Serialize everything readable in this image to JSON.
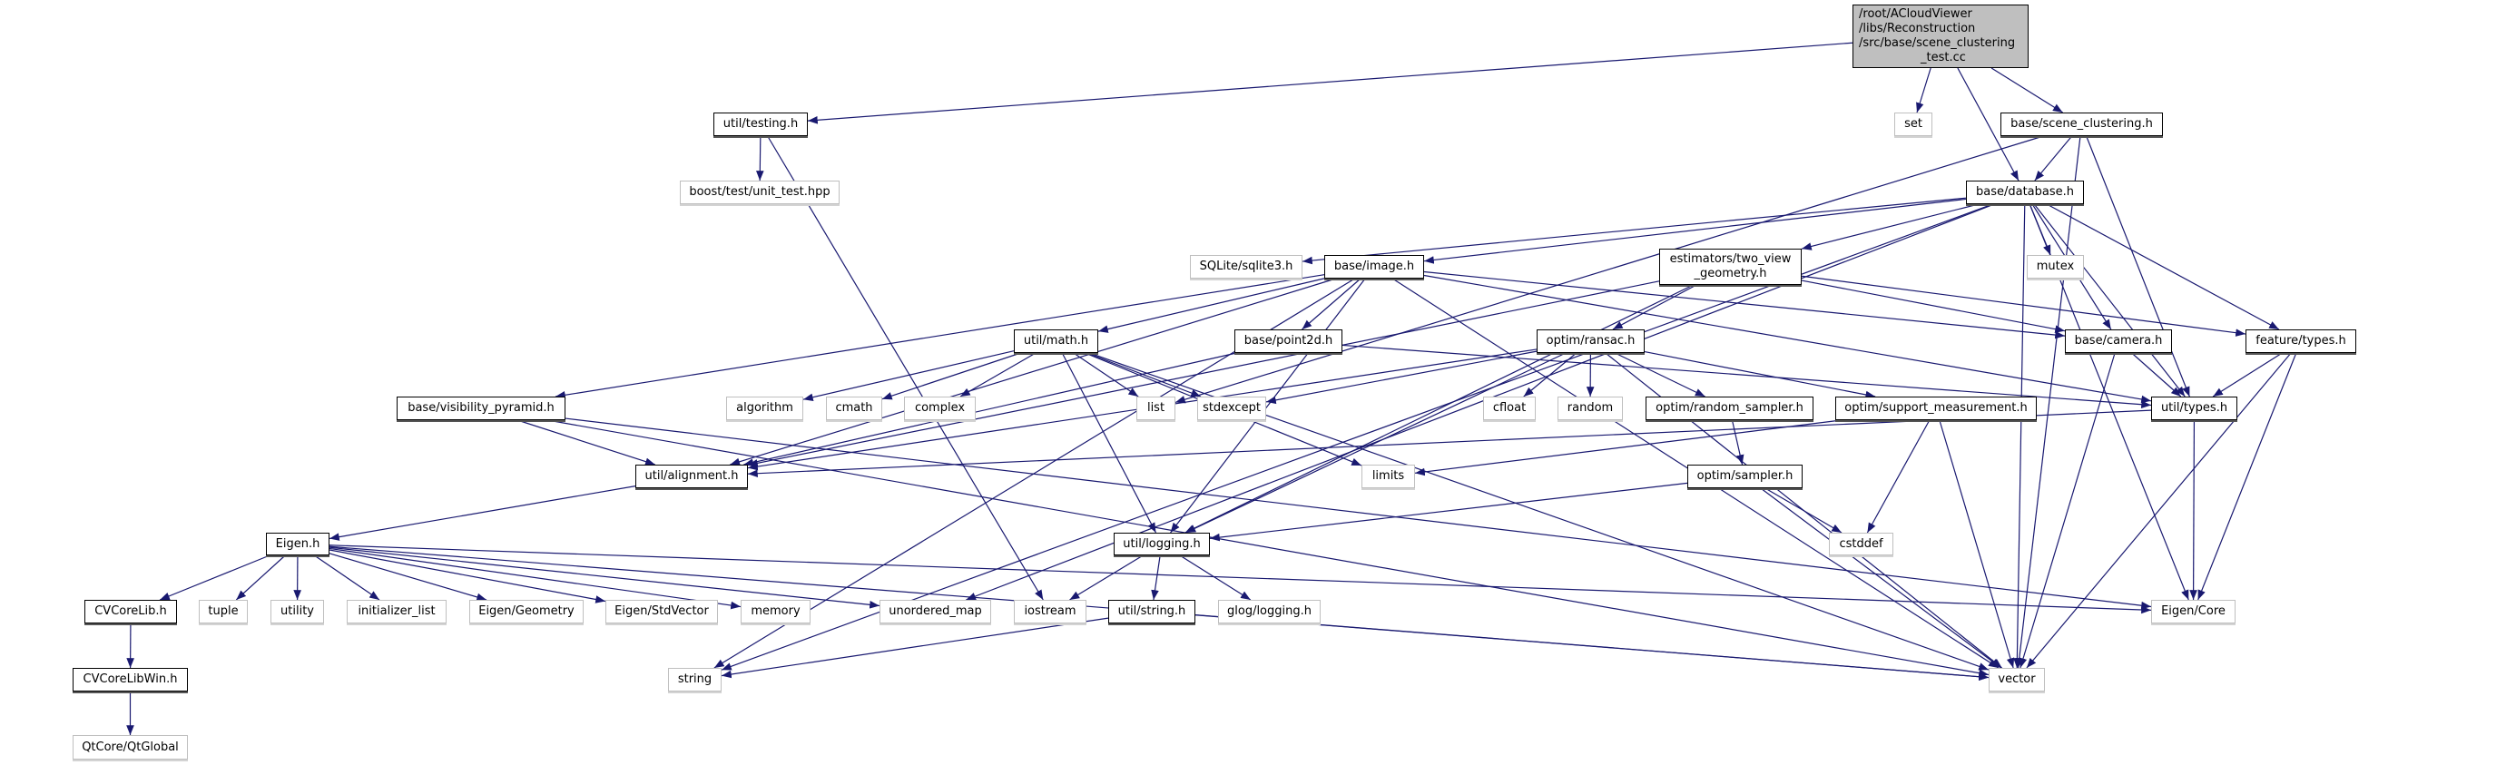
{
  "colors": {
    "edge": "#191970",
    "root_fill": "#bfbfbf",
    "project_border": "#000000",
    "system_border": "#bfbfbf"
  },
  "nodes": [
    {
      "id": "root",
      "kind": "root",
      "lines": [
        "/root/ACloudViewer",
        "/libs/Reconstruction",
        "/src/base/scene_clustering",
        "_test.cc"
      ]
    },
    {
      "id": "testing",
      "kind": "proj",
      "lines": [
        "util/testing.h"
      ]
    },
    {
      "id": "boost",
      "kind": "sys",
      "lines": [
        "boost/test/unit_test.hpp"
      ]
    },
    {
      "id": "set",
      "kind": "sys",
      "lines": [
        "set"
      ]
    },
    {
      "id": "scene",
      "kind": "proj",
      "lines": [
        "base/scene_clustering.h"
      ]
    },
    {
      "id": "database",
      "kind": "proj",
      "lines": [
        "base/database.h"
      ]
    },
    {
      "id": "sqlite",
      "kind": "sys",
      "lines": [
        "SQLite/sqlite3.h"
      ]
    },
    {
      "id": "image",
      "kind": "proj",
      "lines": [
        "base/image.h"
      ]
    },
    {
      "id": "twoview",
      "kind": "proj",
      "lines": [
        "estimators/two_view",
        "_geometry.h"
      ]
    },
    {
      "id": "mutex",
      "kind": "sys",
      "lines": [
        "mutex"
      ]
    },
    {
      "id": "math",
      "kind": "proj",
      "lines": [
        "util/math.h"
      ]
    },
    {
      "id": "point2d",
      "kind": "proj",
      "lines": [
        "base/point2d.h"
      ]
    },
    {
      "id": "ransac",
      "kind": "proj",
      "lines": [
        "optim/ransac.h"
      ]
    },
    {
      "id": "camera",
      "kind": "proj",
      "lines": [
        "base/camera.h"
      ]
    },
    {
      "id": "ftypes",
      "kind": "proj",
      "lines": [
        "feature/types.h"
      ]
    },
    {
      "id": "vispyr",
      "kind": "proj",
      "lines": [
        "base/visibility_pyramid.h"
      ]
    },
    {
      "id": "algorithm",
      "kind": "sys",
      "lines": [
        "algorithm"
      ]
    },
    {
      "id": "cmath",
      "kind": "sys",
      "lines": [
        "cmath"
      ]
    },
    {
      "id": "complex",
      "kind": "sys",
      "lines": [
        "complex"
      ]
    },
    {
      "id": "list",
      "kind": "sys",
      "lines": [
        "list"
      ]
    },
    {
      "id": "stdexcept",
      "kind": "sys",
      "lines": [
        "stdexcept"
      ]
    },
    {
      "id": "cfloat",
      "kind": "sys",
      "lines": [
        "cfloat"
      ]
    },
    {
      "id": "random",
      "kind": "sys",
      "lines": [
        "random"
      ]
    },
    {
      "id": "rsampler",
      "kind": "proj",
      "lines": [
        "optim/random_sampler.h"
      ]
    },
    {
      "id": "support",
      "kind": "proj",
      "lines": [
        "optim/support_measurement.h"
      ]
    },
    {
      "id": "utypes",
      "kind": "proj",
      "lines": [
        "util/types.h"
      ]
    },
    {
      "id": "alignment",
      "kind": "proj",
      "lines": [
        "util/alignment.h"
      ]
    },
    {
      "id": "limits",
      "kind": "sys",
      "lines": [
        "limits"
      ]
    },
    {
      "id": "sampler",
      "kind": "proj",
      "lines": [
        "optim/sampler.h"
      ]
    },
    {
      "id": "eigenh",
      "kind": "proj",
      "lines": [
        "Eigen.h"
      ]
    },
    {
      "id": "logging",
      "kind": "proj",
      "lines": [
        "util/logging.h"
      ]
    },
    {
      "id": "cstddef",
      "kind": "sys",
      "lines": [
        "cstddef"
      ]
    },
    {
      "id": "cvcorelib",
      "kind": "proj",
      "lines": [
        "CVCoreLib.h"
      ]
    },
    {
      "id": "tuple",
      "kind": "sys",
      "lines": [
        "tuple"
      ]
    },
    {
      "id": "utility",
      "kind": "sys",
      "lines": [
        "utility"
      ]
    },
    {
      "id": "initlist",
      "kind": "sys",
      "lines": [
        "initializer_list"
      ]
    },
    {
      "id": "egeometry",
      "kind": "sys",
      "lines": [
        "Eigen/Geometry"
      ]
    },
    {
      "id": "estdvector",
      "kind": "sys",
      "lines": [
        "Eigen/StdVector"
      ]
    },
    {
      "id": "memory",
      "kind": "sys",
      "lines": [
        "memory"
      ]
    },
    {
      "id": "umap",
      "kind": "sys",
      "lines": [
        "unordered_map"
      ]
    },
    {
      "id": "iostream",
      "kind": "sys",
      "lines": [
        "iostream"
      ]
    },
    {
      "id": "ustring",
      "kind": "proj",
      "lines": [
        "util/string.h"
      ]
    },
    {
      "id": "glog",
      "kind": "sys",
      "lines": [
        "glog/logging.h"
      ]
    },
    {
      "id": "ecore",
      "kind": "sys",
      "lines": [
        "Eigen/Core"
      ]
    },
    {
      "id": "cvcorelibwin",
      "kind": "proj",
      "lines": [
        "CVCoreLibWin.h"
      ]
    },
    {
      "id": "string",
      "kind": "sys",
      "lines": [
        "string"
      ]
    },
    {
      "id": "vector",
      "kind": "sys",
      "lines": [
        "vector"
      ]
    },
    {
      "id": "qtglobal",
      "kind": "sys",
      "lines": [
        "QtCore/QtGlobal"
      ]
    }
  ],
  "edges": [
    [
      "root",
      "testing"
    ],
    [
      "root",
      "set"
    ],
    [
      "root",
      "database"
    ],
    [
      "root",
      "scene"
    ],
    [
      "testing",
      "boost"
    ],
    [
      "testing",
      "iostream"
    ],
    [
      "scene",
      "list"
    ],
    [
      "scene",
      "database"
    ],
    [
      "scene",
      "utypes"
    ],
    [
      "scene",
      "vector"
    ],
    [
      "database",
      "sqlite"
    ],
    [
      "database",
      "image"
    ],
    [
      "database",
      "twoview"
    ],
    [
      "database",
      "mutex"
    ],
    [
      "database",
      "camera"
    ],
    [
      "database",
      "ftypes"
    ],
    [
      "database",
      "utypes"
    ],
    [
      "database",
      "ecore"
    ],
    [
      "database",
      "vector"
    ],
    [
      "database",
      "string"
    ],
    [
      "database",
      "umap"
    ],
    [
      "image",
      "string"
    ],
    [
      "image",
      "vector"
    ],
    [
      "image",
      "point2d"
    ],
    [
      "image",
      "vispyr"
    ],
    [
      "image",
      "camera"
    ],
    [
      "image",
      "math"
    ],
    [
      "image",
      "logging"
    ],
    [
      "image",
      "utypes"
    ],
    [
      "image",
      "alignment"
    ],
    [
      "twoview",
      "alignment"
    ],
    [
      "twoview",
      "logging"
    ],
    [
      "twoview",
      "camera"
    ],
    [
      "twoview",
      "ftypes"
    ],
    [
      "twoview",
      "ransac"
    ],
    [
      "math",
      "algorithm"
    ],
    [
      "math",
      "cmath"
    ],
    [
      "math",
      "complex"
    ],
    [
      "math",
      "list"
    ],
    [
      "math",
      "stdexcept"
    ],
    [
      "math",
      "limits"
    ],
    [
      "math",
      "vector"
    ],
    [
      "math",
      "logging"
    ],
    [
      "point2d",
      "alignment"
    ],
    [
      "point2d",
      "utypes"
    ],
    [
      "vispyr",
      "alignment"
    ],
    [
      "vispyr",
      "ecore"
    ],
    [
      "vispyr",
      "vector"
    ],
    [
      "ransac",
      "cfloat"
    ],
    [
      "ransac",
      "random"
    ],
    [
      "ransac",
      "rsampler"
    ],
    [
      "ransac",
      "support"
    ],
    [
      "ransac",
      "stdexcept"
    ],
    [
      "ransac",
      "alignment"
    ],
    [
      "ransac",
      "logging"
    ],
    [
      "ransac",
      "vector"
    ],
    [
      "rsampler",
      "sampler"
    ],
    [
      "sampler",
      "cstddef"
    ],
    [
      "sampler",
      "logging"
    ],
    [
      "sampler",
      "vector"
    ],
    [
      "support",
      "limits"
    ],
    [
      "support",
      "cstddef"
    ],
    [
      "support",
      "vector"
    ],
    [
      "utypes",
      "alignment"
    ],
    [
      "utypes",
      "ecore"
    ],
    [
      "camera",
      "utypes"
    ],
    [
      "camera",
      "vector"
    ],
    [
      "ftypes",
      "utypes"
    ],
    [
      "ftypes",
      "ecore"
    ],
    [
      "ftypes",
      "vector"
    ],
    [
      "alignment",
      "eigenh"
    ],
    [
      "eigenh",
      "cvcorelib"
    ],
    [
      "eigenh",
      "tuple"
    ],
    [
      "eigenh",
      "utility"
    ],
    [
      "eigenh",
      "initlist"
    ],
    [
      "eigenh",
      "egeometry"
    ],
    [
      "eigenh",
      "estdvector"
    ],
    [
      "eigenh",
      "memory"
    ],
    [
      "eigenh",
      "umap"
    ],
    [
      "eigenh",
      "vector"
    ],
    [
      "eigenh",
      "ecore"
    ],
    [
      "cvcorelib",
      "cvcorelibwin"
    ],
    [
      "cvcorelibwin",
      "qtglobal"
    ],
    [
      "logging",
      "iostream"
    ],
    [
      "logging",
      "ustring"
    ],
    [
      "logging",
      "glog"
    ],
    [
      "ustring",
      "string"
    ],
    [
      "ustring",
      "vector"
    ]
  ]
}
